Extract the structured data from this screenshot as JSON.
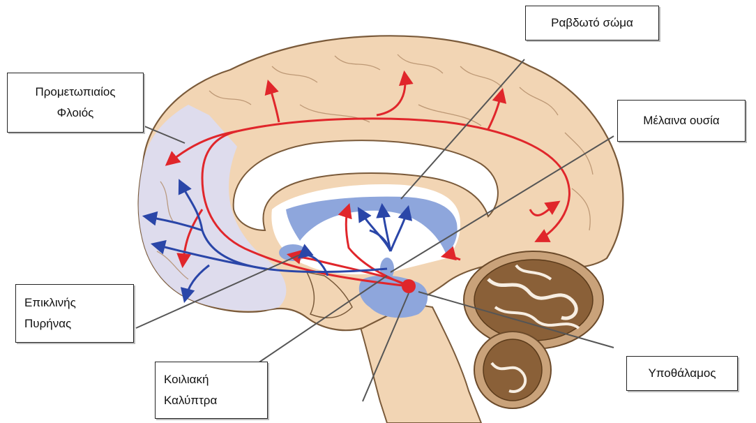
{
  "labels": {
    "striatum": "Ραβδωτό σώμα",
    "prefrontal_line1": "Προμετωπιαίος",
    "prefrontal_line2": "Φλοιός",
    "substantia_nigra": "Μέλαινα ουσία",
    "accumbens_line1": "Επικλινής",
    "accumbens_line2": "Πυρήνας",
    "vta_line1": "Κοιλιακή",
    "vta_line2": "Καλύπτρα",
    "hypothalamus": "Υποθάλαμος"
  },
  "colors": {
    "brain_fill": "#f2d5b4",
    "brain_outline": "#7a5a3a",
    "prefrontal_fill": "#dcdcf0",
    "nucleus_fill": "#8ea6dc",
    "ventricle_fill": "#ffffff",
    "cerebellum_fill": "#8a6038",
    "dopamine_pathway_red": "#e0262b",
    "dopamine_pathway_blue": "#2a46a8",
    "leader_line": "#555555"
  }
}
